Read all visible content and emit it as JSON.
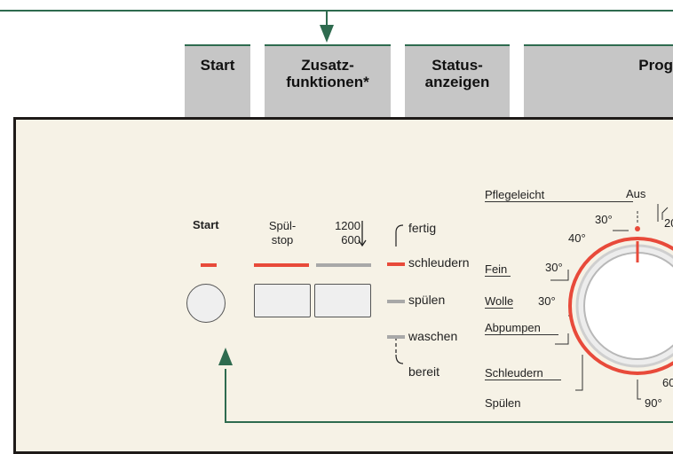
{
  "header": {
    "start_label": "Start",
    "zusatz_line1": "Zusatz-",
    "zusatz_line2": "funktionen*",
    "status_line1": "Status-",
    "status_line2": "anzeigen",
    "prog_label": "Prog"
  },
  "panel": {
    "start_label": "Start",
    "spuel_line1": "Spül-",
    "spuel_line2": "stop",
    "speed_line1": "1200",
    "speed_line2": "600",
    "status_items": [
      {
        "label": "fertig",
        "indicator": "none"
      },
      {
        "label": "schleudern",
        "indicator": "red"
      },
      {
        "label": "spülen",
        "indicator": "gray"
      },
      {
        "label": "waschen",
        "indicator": "gray"
      },
      {
        "label": "bereit",
        "indicator": "none"
      }
    ],
    "programs": {
      "pflegeleicht": "Pflegeleicht",
      "aus": "Aus",
      "fein": "Fein",
      "fein_temp": "30°",
      "wolle": "Wolle",
      "wolle_temp": "30°",
      "abpumpen": "Abpumpen",
      "schleudern": "Schleudern",
      "spuelen": "Spülen",
      "t30": "30°",
      "t40": "40°",
      "t20": "20",
      "t60": "60",
      "t90": "90°"
    }
  },
  "colors": {
    "accent_green": "#2e6b4f",
    "indicator_red": "#e84a3a",
    "indicator_gray": "#a8a8a8",
    "panel_bg": "#f6f2e6",
    "header_bg": "#c6c6c6"
  }
}
